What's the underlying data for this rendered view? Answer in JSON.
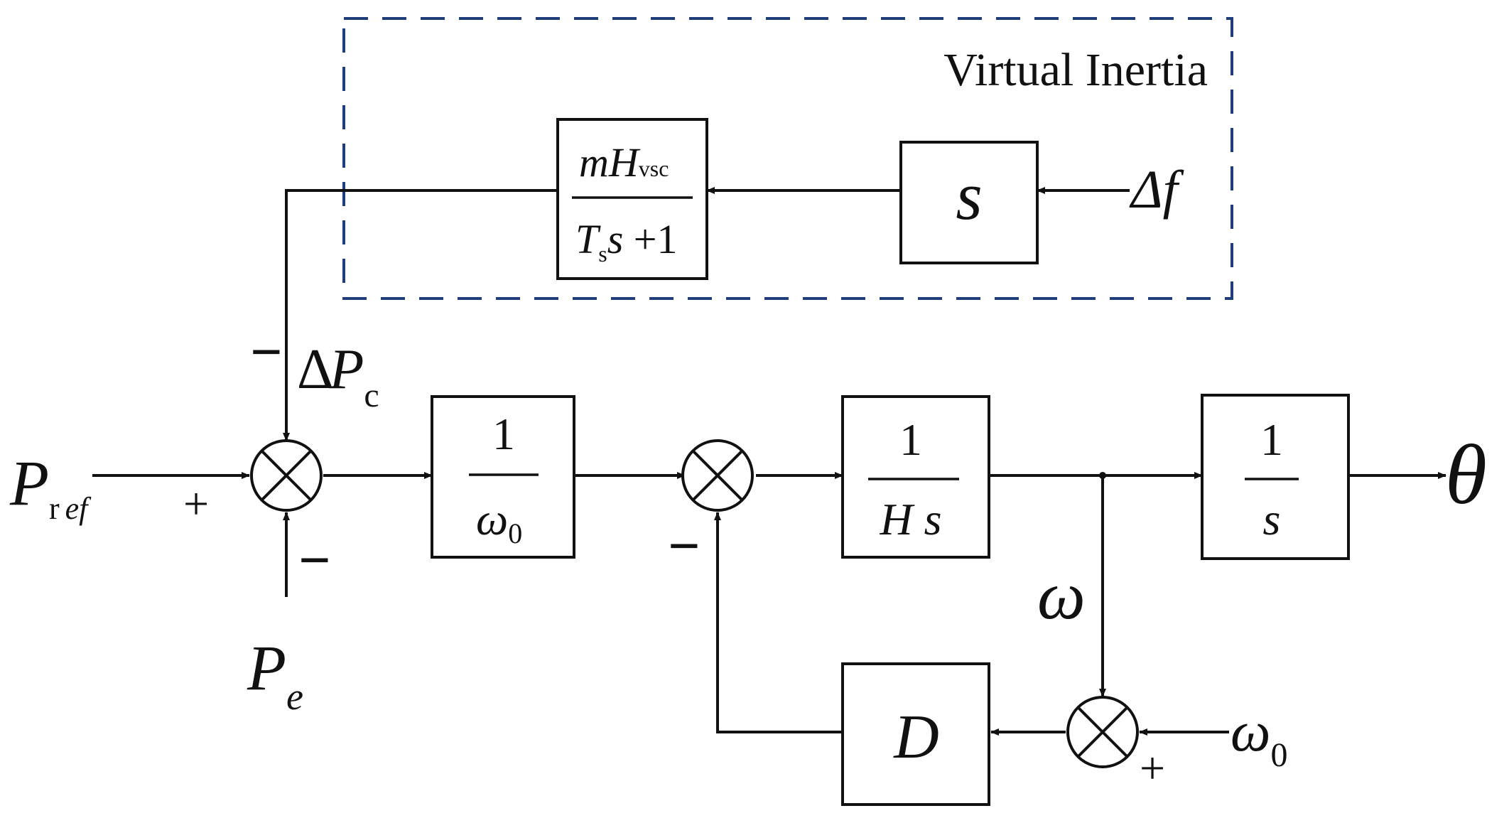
{
  "region": {
    "label": "Virtual Inertia",
    "color": "#1f3d7a"
  },
  "blocks": {
    "virtual_gain": {
      "num_main": "mH",
      "num_sub": "vsc",
      "den_a": "T",
      "den_sub": "s",
      "den_var": "s",
      "den_tail": " +1"
    },
    "derivative": {
      "symbol": "s"
    },
    "inv_omega0": {
      "num": "1",
      "den": "ω",
      "den_sub": "0"
    },
    "inv_hs": {
      "num": "1",
      "den": "H s"
    },
    "integrator": {
      "num": "1",
      "den": "s"
    },
    "damping": {
      "symbol": "D"
    }
  },
  "signals": {
    "pref": {
      "main": "P",
      "sub_r": "r",
      "sub_ef": "ef"
    },
    "pe": {
      "main": "P",
      "sub": "e"
    },
    "delta_pc": {
      "delta": "Δ",
      "main": "P",
      "sub": "c"
    },
    "delta_f": "Δf",
    "theta": "θ",
    "omega": "ω",
    "omega0_in": {
      "main": "ω",
      "sub": "0"
    }
  },
  "signs": {
    "plus_pref": "+",
    "minus_pe": "−",
    "minus_dpc": "−",
    "minus_feedback": "−",
    "plus_omega0": "+"
  }
}
